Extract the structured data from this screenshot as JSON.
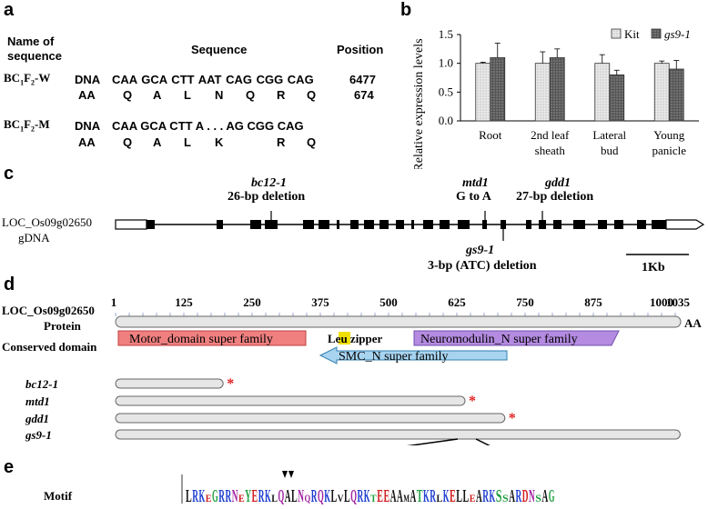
{
  "panels": {
    "a": "a",
    "b": "b",
    "c": "c",
    "d": "d",
    "e": "e"
  },
  "panel_a": {
    "header_name_line1": "Name of",
    "header_name_line2": "sequence",
    "header_sequence": "Sequence",
    "header_position": "Position",
    "rows": [
      {
        "name_base": "BC",
        "name_sub1": "1",
        "name_mid": "F",
        "name_sub2": "2",
        "name_tail": "-W",
        "dna_label": "DNA",
        "dna": "CAA GCA CTT AAT CAG CGG CAG",
        "pos_dna": "6477",
        "aa_label": "AA",
        "aa": [
          "Q",
          "A",
          "L",
          "N",
          "Q",
          "R",
          "Q"
        ],
        "pos_aa": "674"
      },
      {
        "name_base": "BC",
        "name_sub1": "1",
        "name_mid": "F",
        "name_sub2": "2",
        "name_tail": "-M",
        "dna_label": "DNA",
        "dna": "CAA GCA CTT A . . . AG CGG CAG",
        "pos_dna": "",
        "aa_label": "AA",
        "aa": [
          "Q",
          "A",
          "L",
          "K",
          "",
          "R",
          "Q"
        ],
        "pos_aa": ""
      }
    ]
  },
  "chart_data": {
    "type": "bar",
    "title": "",
    "ylabel": "Relative expression levels",
    "ylim": [
      0,
      1.5
    ],
    "yticks": [
      "0.0",
      "0.5",
      "1.0",
      "1.5"
    ],
    "categories": [
      "Root",
      "2nd leaf sheath",
      "Lateral bud",
      "Young panicle"
    ],
    "category_lines": [
      [
        "Root"
      ],
      [
        "2nd leaf",
        "sheath"
      ],
      [
        "Lateral",
        "bud"
      ],
      [
        "Young",
        "panicle"
      ]
    ],
    "series": [
      {
        "name": "Kit",
        "values": [
          1.0,
          1.0,
          1.0,
          1.0
        ],
        "errors": [
          0.02,
          0.2,
          0.15,
          0.04
        ],
        "color": "#e8e8e8"
      },
      {
        "name": "gs9-1",
        "values": [
          1.1,
          1.1,
          0.8,
          0.9
        ],
        "errors": [
          0.25,
          0.15,
          0.08,
          0.15
        ],
        "color": "#555555"
      }
    ],
    "legend_placement": "top-right"
  },
  "panel_c": {
    "gene_line1": "LOC_Os09g02650",
    "gene_line2": "gDNA",
    "bc12_name": "bc12-1",
    "bc12_desc": "26-bp deletion",
    "mtd1_name": "mtd1",
    "mtd1_desc": "G to A",
    "gdd1_name": "gdd1",
    "gdd1_desc": "27-bp deletion",
    "gs91_name": "gs9-1",
    "gs91_desc": "3-bp (ATC) deletion",
    "scale": "1Kb"
  },
  "panel_d": {
    "gene": "LOC_Os09g02650",
    "protein_label": "Protein",
    "conserved_label": "Conserved domain",
    "aa_unit": "AA",
    "ticks": [
      1,
      125,
      250,
      375,
      500,
      625,
      750,
      875,
      1000,
      1035
    ],
    "tick_labels": [
      "1",
      "125",
      "250",
      "375",
      "500",
      "625",
      "750",
      "875",
      "1000",
      "1035"
    ],
    "domains": {
      "motor": "Motor_domain super family",
      "leu_a": "Leu",
      "leu_b": " zipper",
      "neuro": "Neuromodulin_N super family",
      "smc": "SMC_N super family"
    },
    "mutants": [
      {
        "name": "bc12-1",
        "length": 197,
        "star": "*"
      },
      {
        "name": "mtd1",
        "length": 640,
        "star": "*"
      },
      {
        "name": "gdd1",
        "length": 713,
        "star": "*"
      },
      {
        "name": "gs9-1",
        "length": 1034,
        "star": ""
      }
    ]
  },
  "panel_e": {
    "motif_label": "Motif",
    "logo": [
      "L",
      "R",
      "K",
      "E",
      "G",
      "R",
      "R",
      "N",
      "E",
      "Y",
      "E",
      "R",
      "K",
      "L",
      "Q",
      "A",
      "L",
      "N",
      "Q",
      "R",
      "Q",
      "K",
      "L",
      "V",
      "L",
      "Q",
      "R",
      "K",
      "T",
      "E",
      "E",
      "A",
      "A",
      "M",
      "A",
      "T",
      "K",
      "R",
      "L",
      "K",
      "E",
      "L",
      "L",
      "E",
      "A",
      "R",
      "K",
      "S",
      "S",
      "A",
      "R",
      "D",
      "N",
      "S",
      "A",
      "G"
    ]
  },
  "colors": {
    "motor_fill": "#f08080",
    "leu_fill": "#f0e000",
    "neuro_fill": "#b48be0",
    "smc_fill": "#a8d4f0",
    "star": "#e02020"
  }
}
